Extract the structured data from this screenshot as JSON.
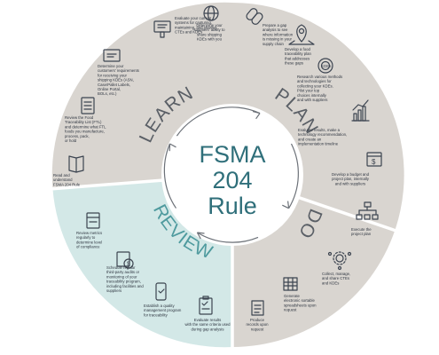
{
  "center": {
    "line1": "FSMA",
    "line2": "204",
    "line3": "Rule"
  },
  "phases": {
    "learn": "LEARN",
    "plan": "PLAN",
    "do": "DO",
    "review": "REVIEW"
  },
  "colors": {
    "learn_plan": "#d9d5d0",
    "do": "#d9d5d0",
    "review": "#d3e8e7",
    "center": "#ffffff",
    "title": "#2f6f7a",
    "review_text": "#4e9a9e"
  },
  "steps": [
    {
      "icon": "scanner-icon",
      "lines": [
        "Evaluate your current",
        "systems for capturing,",
        "maintaining, and sharing",
        "CTEs and KDEs"
      ]
    },
    {
      "icon": "globe-icon",
      "lines": [
        "Determine your",
        "suppliers' ability to",
        "share shipping",
        "KDEs with you"
      ]
    },
    {
      "icon": "chain-link-icon",
      "lines": [
        "Prepare a gap",
        "analysis to see",
        "where information",
        "is missing in your",
        "supply chain"
      ]
    },
    {
      "icon": "location-pin-icon",
      "lines": [
        "Develop a food",
        "traceability plan",
        "that addresses",
        "these gaps"
      ]
    },
    {
      "icon": "kdes-gear-icon",
      "lines": [
        "Research various methods",
        "and technologies for",
        "collecting your KDEs.",
        "Pilot your top",
        "choices internally",
        "and with suppliers"
      ]
    },
    {
      "icon": "bar-chart-icon",
      "lines": [
        "Evaluate results, make a",
        "technology recommendation,",
        "and create an",
        "implementation timeline"
      ]
    },
    {
      "icon": "dollar-calendar-icon",
      "lines": [
        "Develop a budget and",
        "project plan, internally",
        "and with suppliers"
      ]
    },
    {
      "icon": "org-checklist-icon",
      "lines": [
        "Execute the",
        "project plan"
      ]
    },
    {
      "icon": "network-gear-icon",
      "lines": [
        "Collect, manage,",
        "and share CTEs",
        "and KDEs"
      ]
    },
    {
      "icon": "spreadsheet-icon",
      "lines": [
        "Generate",
        "electronic sortable",
        "spreadsheets upon",
        "request"
      ]
    },
    {
      "icon": "records-icon",
      "lines": [
        "Produce",
        "records upon",
        "request"
      ]
    },
    {
      "icon": "clipboard-icon",
      "lines": [
        "Evaluate results",
        "with the same criteria used",
        "during gap analysis"
      ]
    },
    {
      "icon": "phone-check-icon",
      "lines": [
        "Establish a quality",
        "management program",
        "for traceability"
      ]
    },
    {
      "icon": "audit-dollar-icon",
      "lines": [
        "Schedule regular",
        "third-party audits or",
        "monitoring of your",
        "traceability program,",
        "including facilities and",
        "suppliers"
      ]
    },
    {
      "icon": "binder-icon",
      "lines": [
        "Review metrics",
        "regularly to",
        "determine level",
        "of compliance"
      ]
    },
    {
      "icon": "book-icon",
      "lines": [
        "Read and",
        "understand",
        "FSMA 204 Rule"
      ]
    },
    {
      "icon": "checklist-icon",
      "lines": [
        "Review the Food",
        "Traceability List (FTL)",
        "and determine what FTL",
        "foods you manufacture,",
        "process, pack,",
        "or hold"
      ]
    },
    {
      "icon": "labels-icon",
      "lines": [
        "Determine your",
        "customers' requirements",
        "for receiving your",
        "shipping KDEs (ASN,",
        "Case/Pallet Labels,",
        "Online Portal,",
        "BOLs, etc.)"
      ]
    }
  ]
}
